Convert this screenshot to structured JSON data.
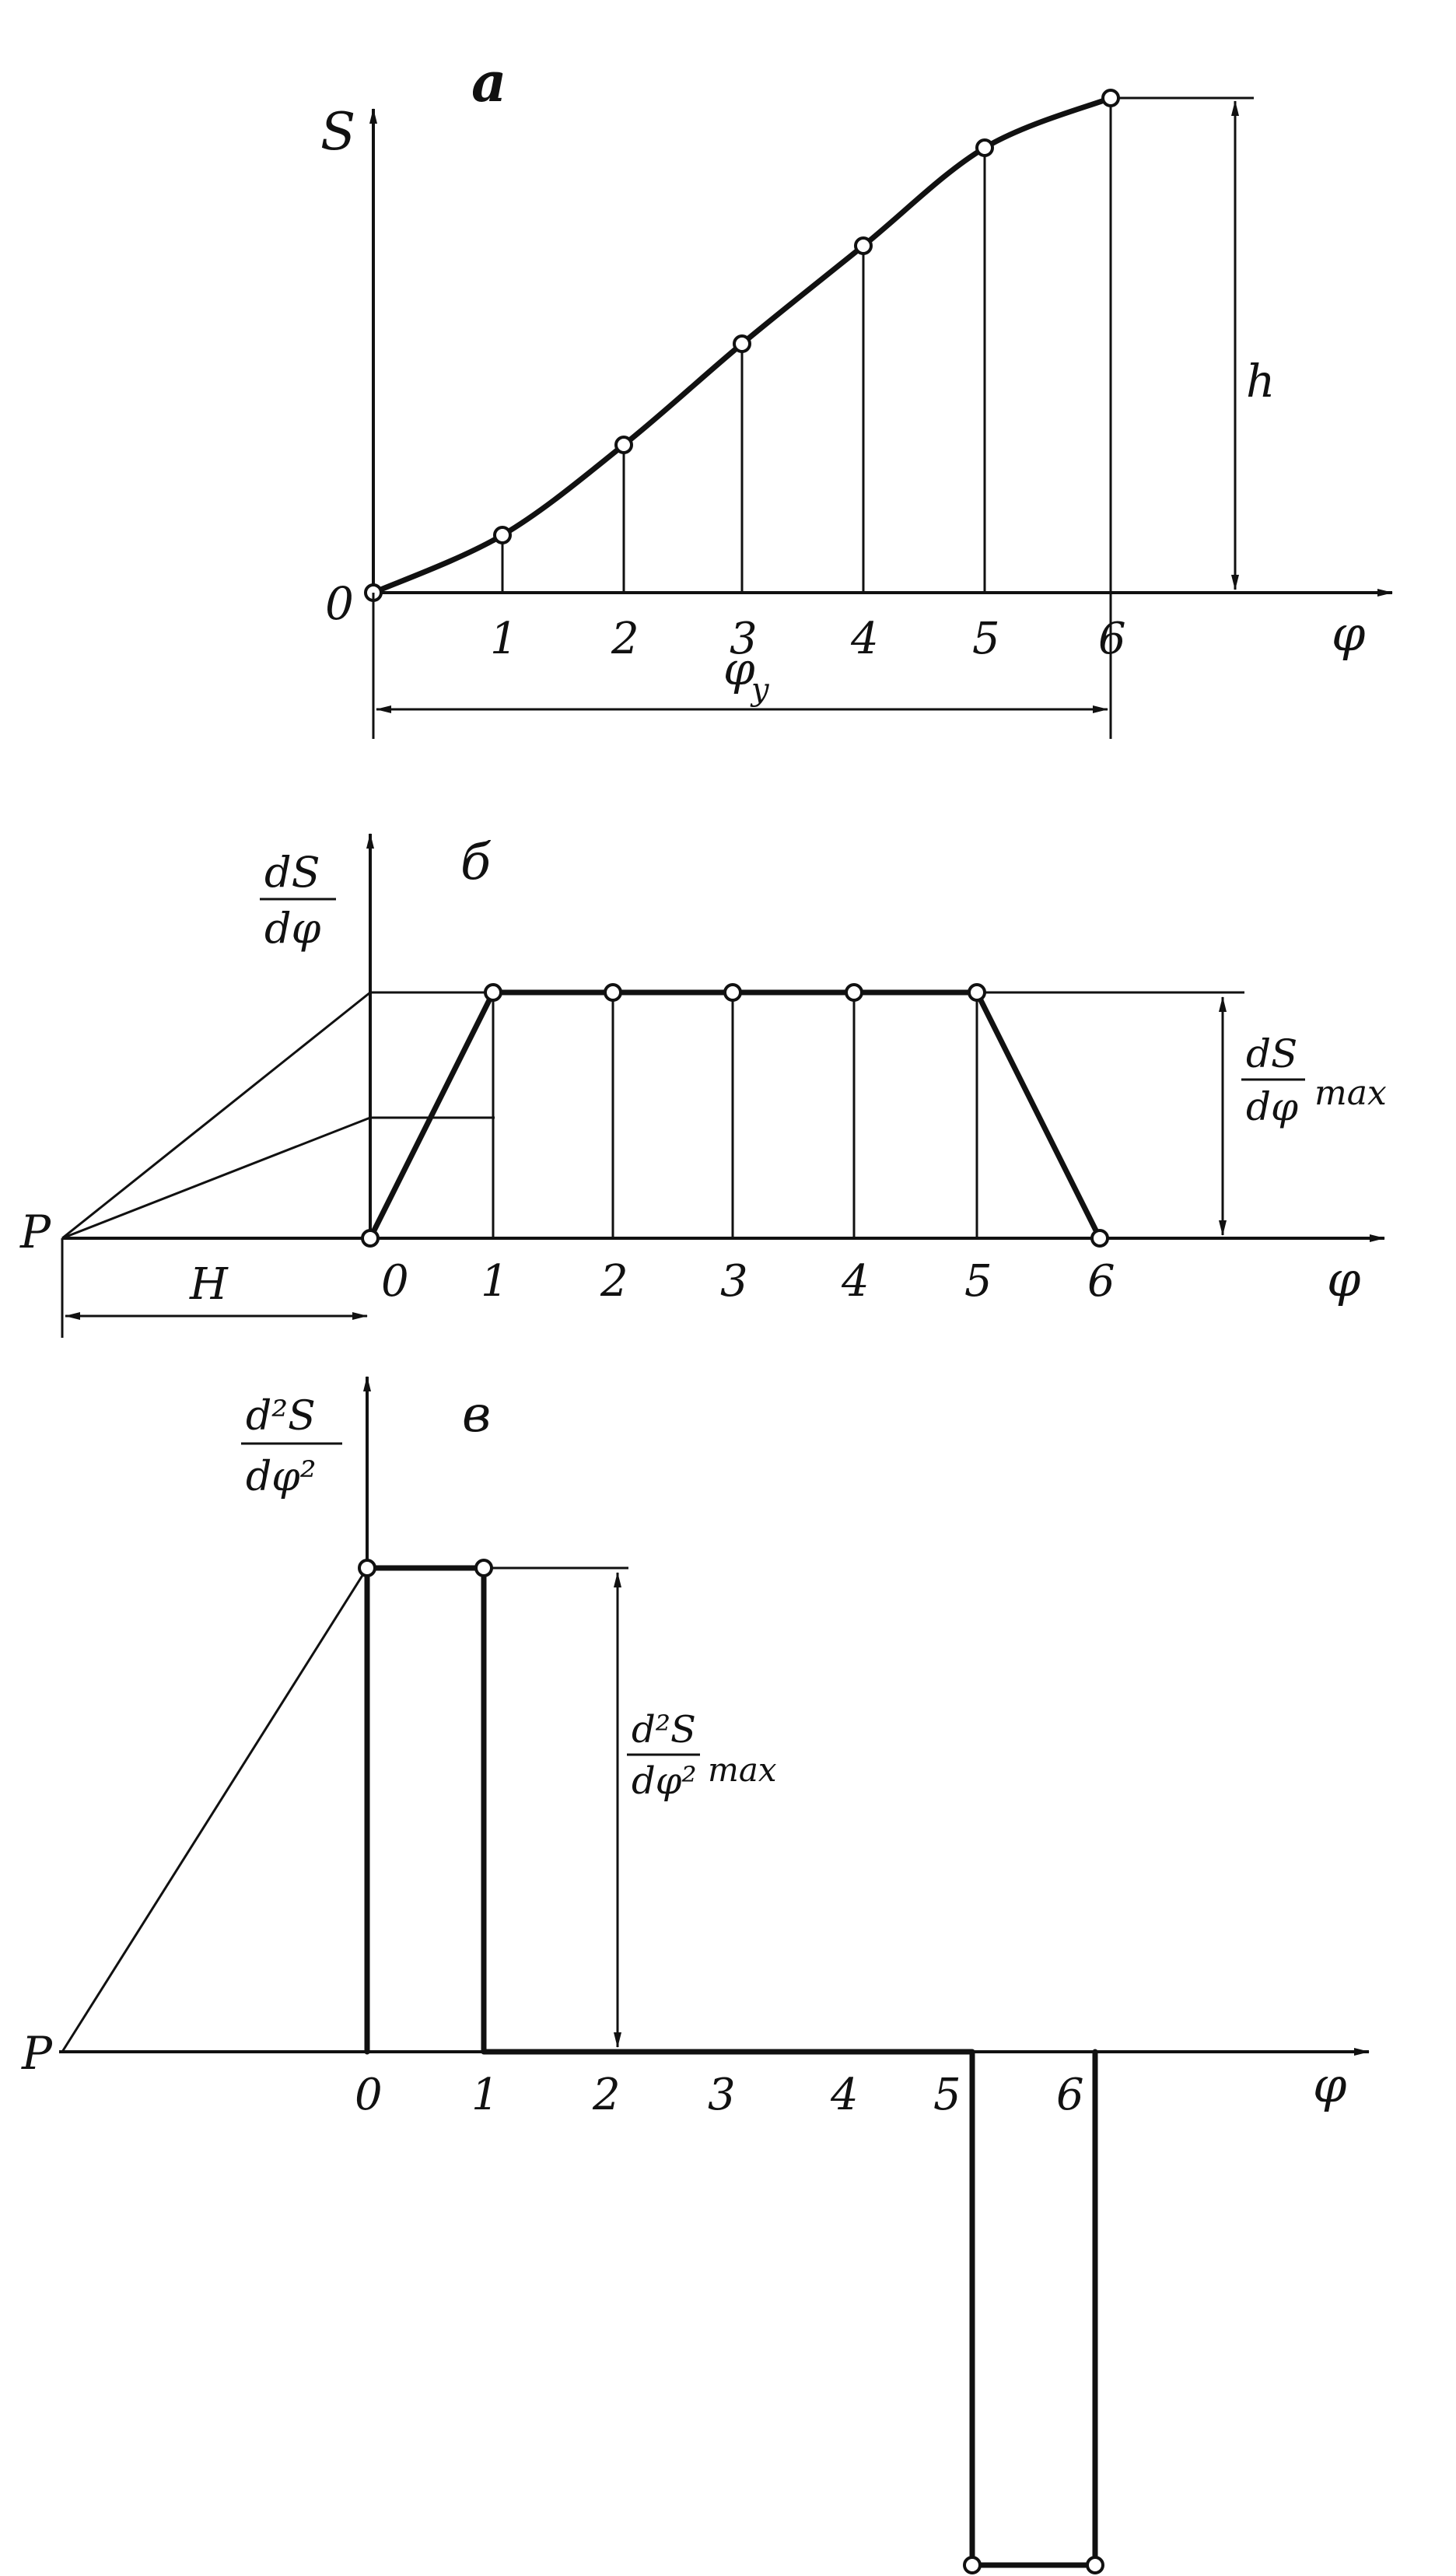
{
  "panel_a": {
    "letter": "а",
    "y_label": "S",
    "x_label": "φ",
    "origin": "0",
    "ticks": [
      "1",
      "2",
      "3",
      "4",
      "5",
      "6"
    ],
    "h_label": "h",
    "phi_label": "φ",
    "phi_sub": "у"
  },
  "panel_b": {
    "letter": "б",
    "y_num": "dS",
    "y_den": "dφ",
    "x_label": "φ",
    "ticks": [
      "0",
      "1",
      "2",
      "3",
      "4",
      "5",
      "6"
    ],
    "pole": "P",
    "H_label": "H",
    "max_num": "dS",
    "max_den": "dφ",
    "max_word": "max"
  },
  "panel_c": {
    "letter": "в",
    "y_num": "d²S",
    "y_den": "dφ²",
    "x_label": "φ",
    "ticks": [
      "0",
      "1",
      "2",
      "3",
      "4",
      "5",
      "6"
    ],
    "pole": "P",
    "max_num": "d²S",
    "max_den": "dφ²",
    "max_word": "max"
  }
}
